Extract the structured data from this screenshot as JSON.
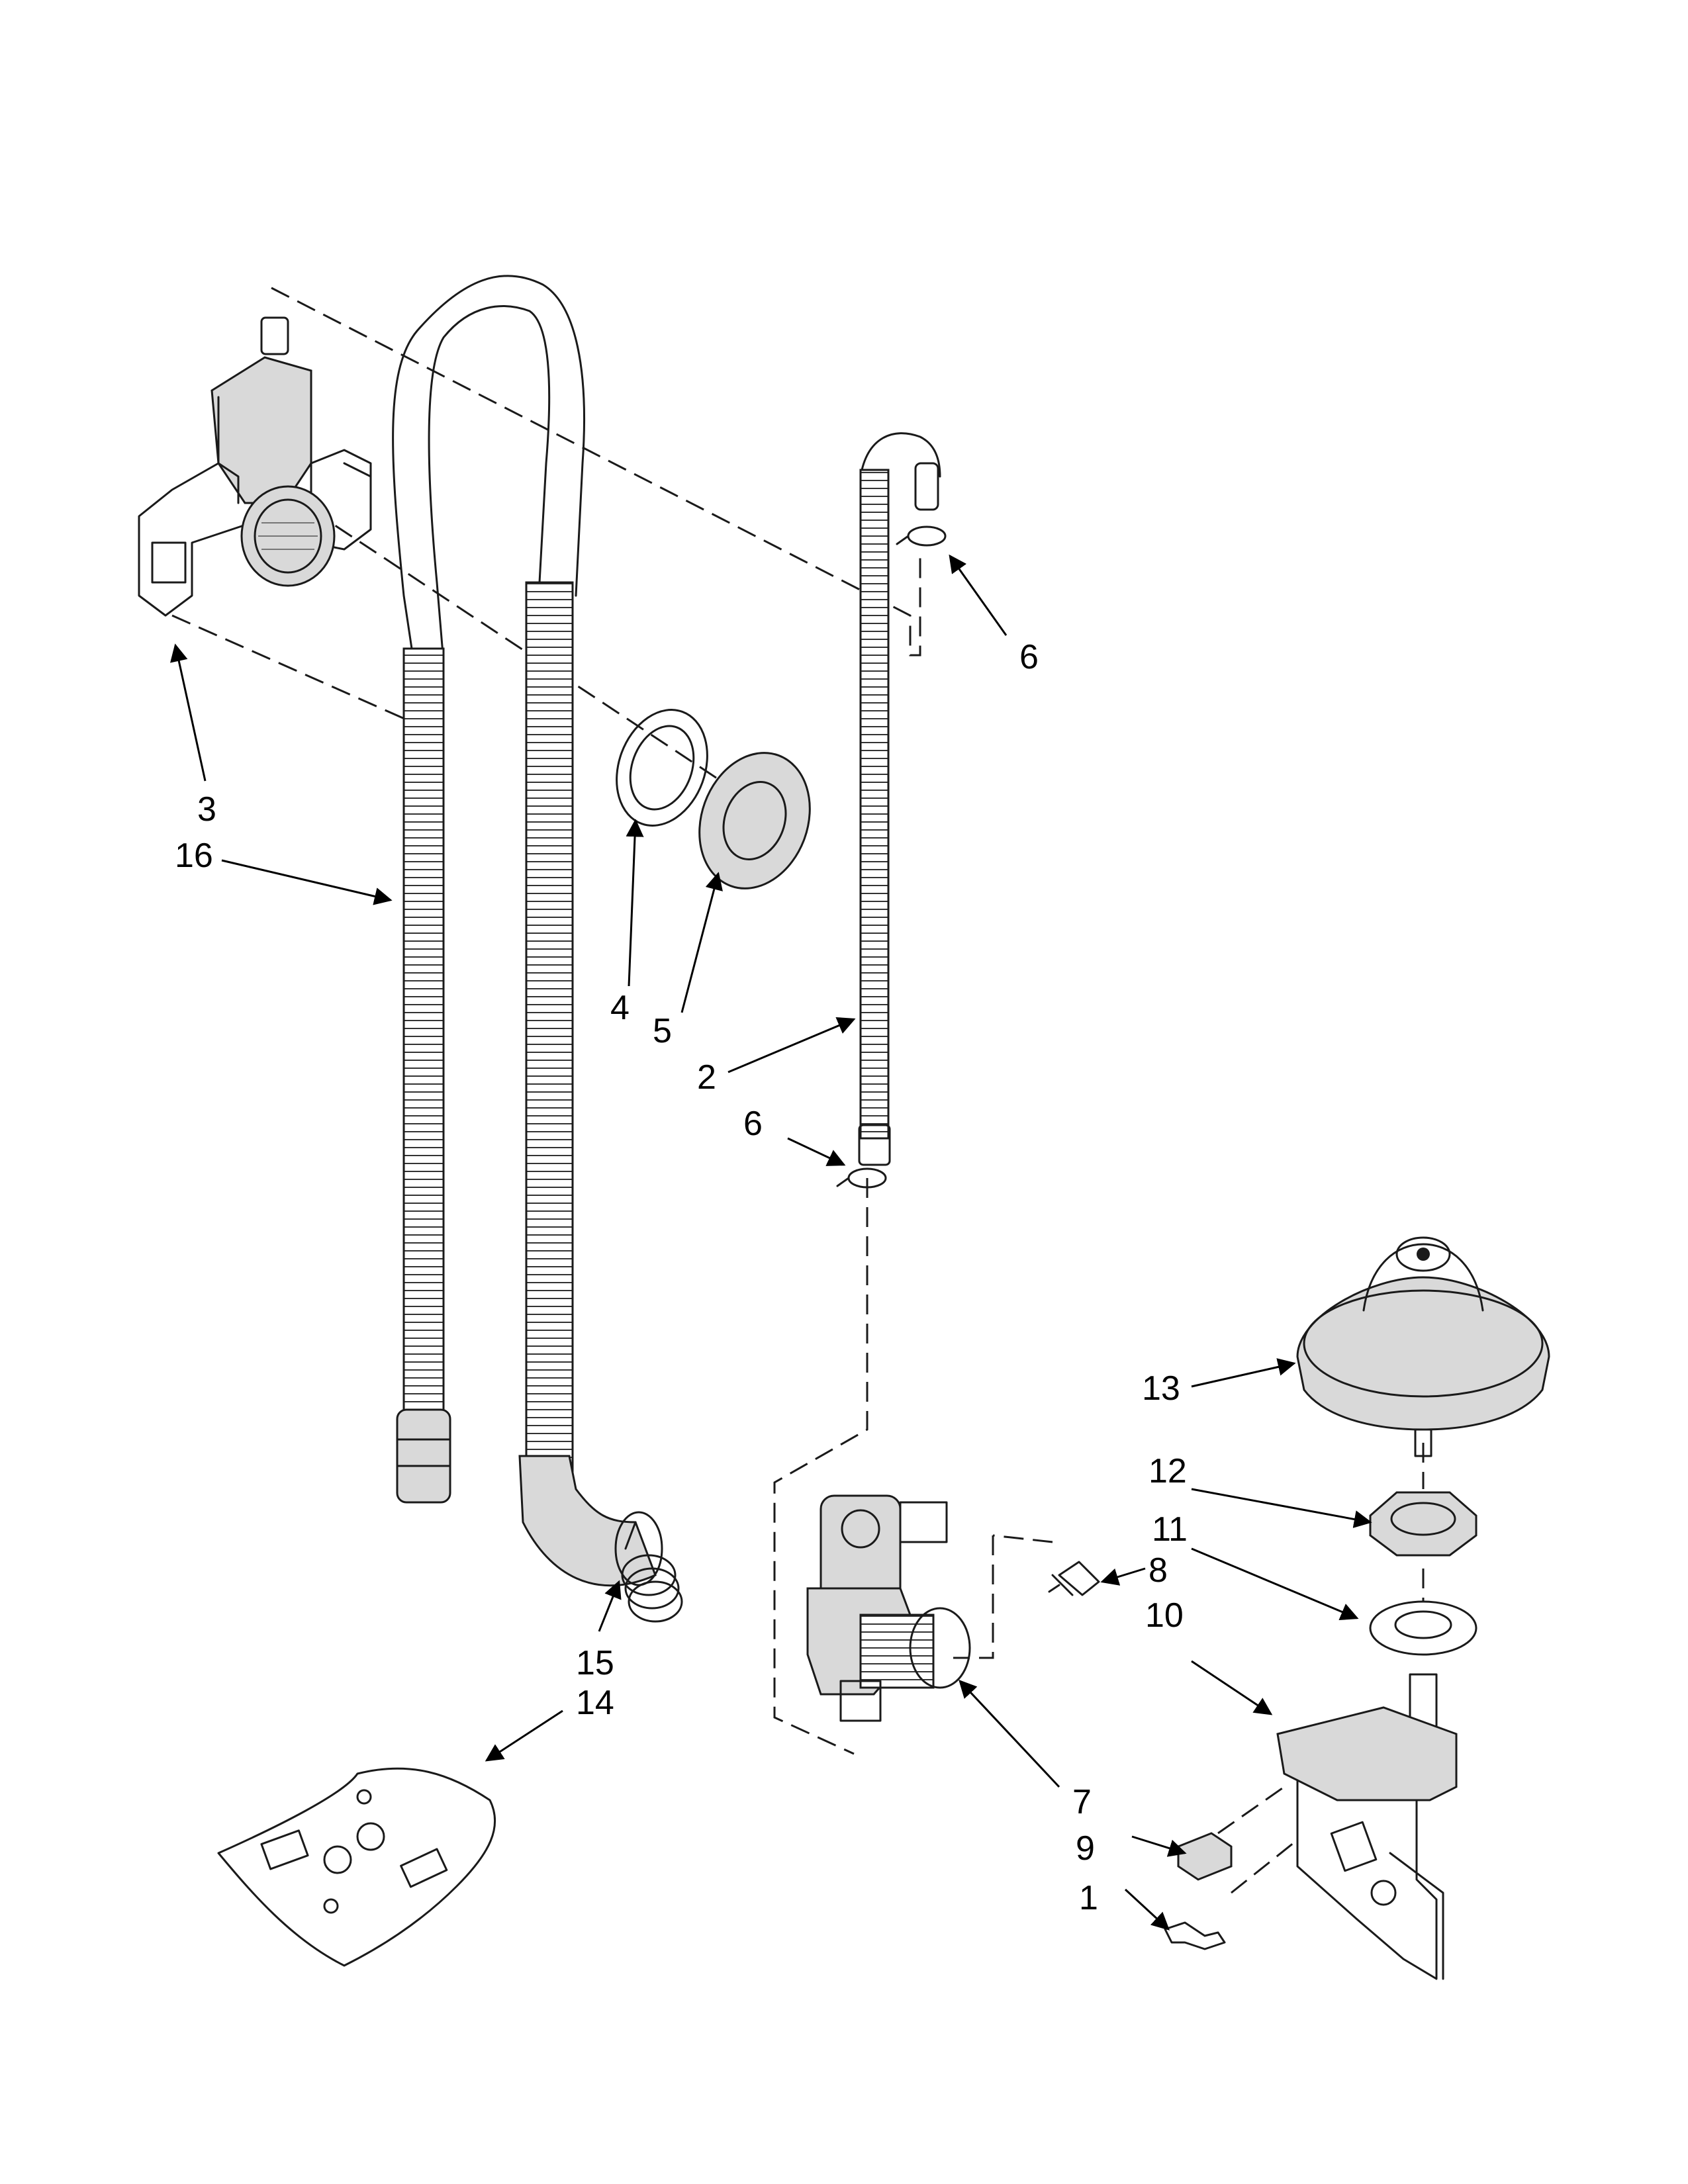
{
  "callouts": {
    "c1": "1",
    "c2": "2",
    "c3": "3",
    "c4": "4",
    "c5": "5",
    "c6_top": "6",
    "c6_mid": "6",
    "c7": "7",
    "c8": "8",
    "c9": "9",
    "c10": "10",
    "c11": "11",
    "c12": "12",
    "c13": "13",
    "c14": "14",
    "c15": "15",
    "c16": "16"
  }
}
